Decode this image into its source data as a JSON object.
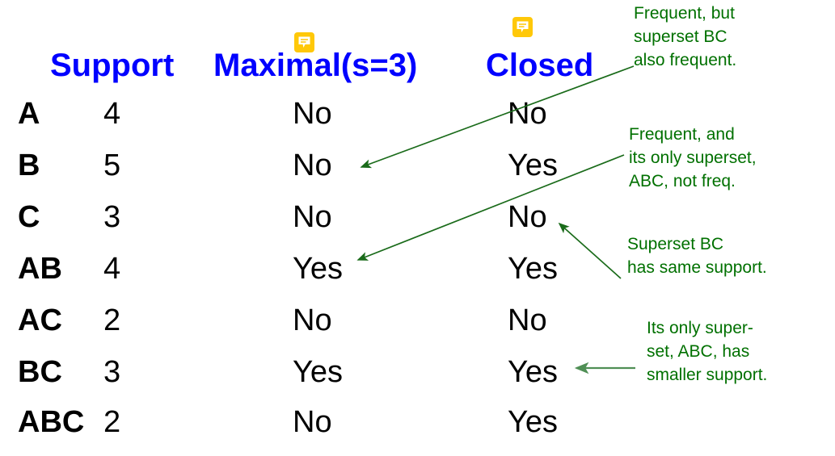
{
  "colors": {
    "header_blue": "#0000FF",
    "note_green": "#007000",
    "arrow_green": "#1a6b1a",
    "arrow_green_light": "#4f8f55",
    "badge_gold": "#FFC809",
    "text_black": "#000000",
    "background": "#FFFFFF"
  },
  "table": {
    "columns": [
      {
        "key": "item",
        "label": ""
      },
      {
        "key": "support",
        "label": "Support"
      },
      {
        "key": "maximal",
        "label": "Maximal(s=3)"
      },
      {
        "key": "closed",
        "label": "Closed"
      }
    ],
    "rows": [
      {
        "item": "A",
        "support": "4",
        "maximal": "No",
        "closed": "No"
      },
      {
        "item": "B",
        "support": "5",
        "maximal": "No",
        "closed": "Yes"
      },
      {
        "item": "C",
        "support": "3",
        "maximal": "No",
        "closed": "No"
      },
      {
        "item": "AB",
        "support": "4",
        "maximal": "Yes",
        "closed": "Yes"
      },
      {
        "item": "AC",
        "support": "2",
        "maximal": "No",
        "closed": "No"
      },
      {
        "item": "BC",
        "support": "3",
        "maximal": "Yes",
        "closed": "Yes"
      },
      {
        "item": "ABC",
        "support": "2",
        "maximal": "No",
        "closed": "Yes"
      }
    ]
  },
  "badges": [
    {
      "name": "comment-badge-maximal",
      "icon": "comment-icon"
    },
    {
      "name": "comment-badge-closed",
      "icon": "comment-icon"
    }
  ],
  "annotations": [
    {
      "id": "note-0",
      "text": "Frequent, but\nsuperset BC\nalso frequent.",
      "target": "maximal-B"
    },
    {
      "id": "note-1",
      "text": "Frequent, and\nits only superset,\nABC, not freq.",
      "target": "maximal-AB"
    },
    {
      "id": "note-2",
      "text": "Superset BC\nhas same support.",
      "target": "closed-C"
    },
    {
      "id": "note-3",
      "text": "Its only super-\nset, ABC, has\nsmaller support.",
      "target": "closed-BC"
    }
  ]
}
